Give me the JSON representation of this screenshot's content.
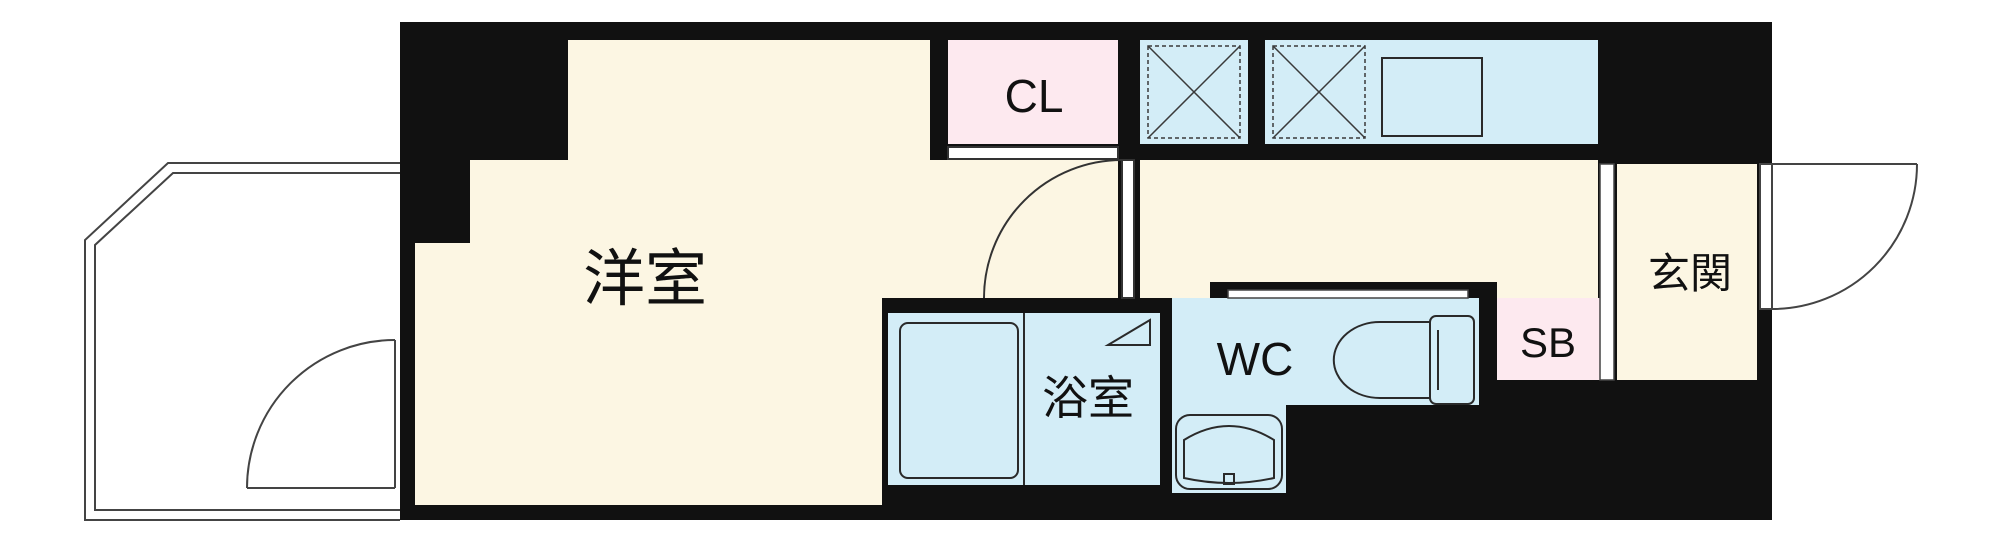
{
  "rooms": {
    "western_room": "洋室",
    "closet": "CL",
    "bathroom": "浴室",
    "toilet": "WC",
    "shoe_box": "SB",
    "entrance": "玄関"
  },
  "colors": {
    "wall": "#111111",
    "room_beige": "#fcf6e3",
    "water_blue": "#d3edf7",
    "storage_pink": "#fde9ef",
    "fixture_stroke": "#2a2a2a",
    "balcony_line": "#444444"
  }
}
